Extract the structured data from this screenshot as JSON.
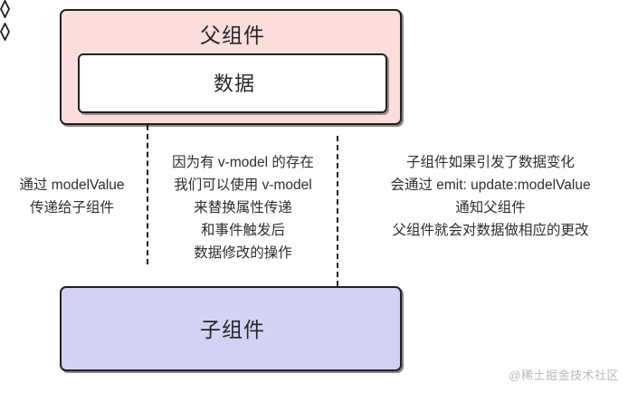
{
  "diagram": {
    "parent": {
      "title": "父组件",
      "inner_label": "数据",
      "fill_color": "#fbdedc",
      "inner_fill_color": "#ffffff",
      "border_color": "#231f20"
    },
    "child": {
      "title": "子组件",
      "fill_color": "#d3d2f5",
      "border_color": "#231f20"
    },
    "connectors": [
      {
        "name": "parent-to-child-prop",
        "style": "dashed",
        "endpoint_marker": "hollow-diamond-bottom"
      },
      {
        "name": "child-to-parent-emit",
        "style": "dashed",
        "endpoint_marker": "hollow-diamond-top"
      }
    ],
    "notes": {
      "left": "通过 modelValue\n传递给子组件",
      "middle": "因为有 v-model 的存在\n我们可以使用 v-model\n来替换属性传递\n和事件触发后\n数据修改的操作",
      "right": "子组件如果引发了数据变化\n会通过 emit: update:modelValue\n通知父组件\n父组件就会对数据做相应的更改"
    },
    "watermark": "@稀土掘金技术社区"
  }
}
